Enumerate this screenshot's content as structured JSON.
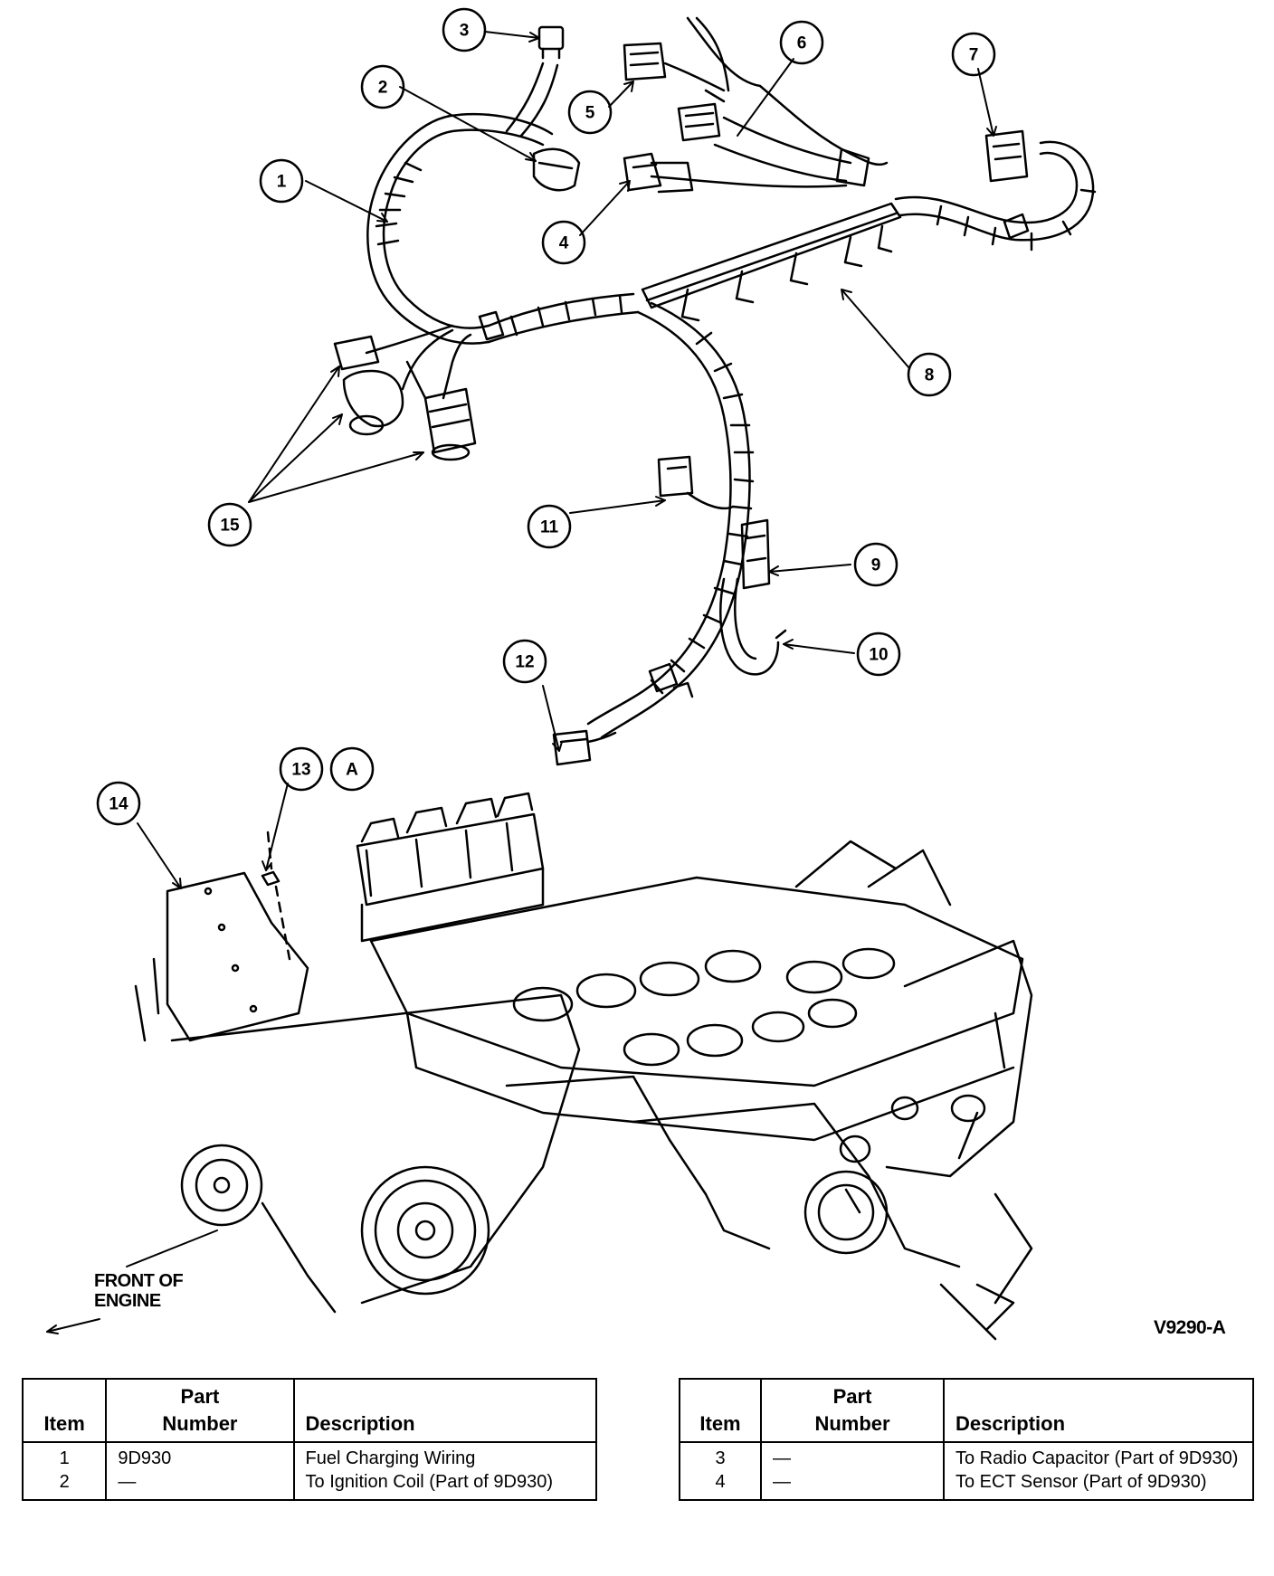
{
  "callouts": [
    "1",
    "2",
    "3",
    "4",
    "5",
    "6",
    "7",
    "8",
    "9",
    "10",
    "11",
    "12",
    "13",
    "A",
    "14",
    "15"
  ],
  "front_label": [
    "FRONT OF",
    "ENGINE"
  ],
  "figure_code": "V9290-A",
  "table_headers": {
    "item": "Item",
    "part_number": [
      "Part",
      "Number"
    ],
    "description": "Description"
  },
  "table_left": [
    {
      "item": "1",
      "part": "9D930",
      "desc": "Fuel Charging Wiring"
    },
    {
      "item": "2",
      "part": "—",
      "desc": "To Ignition Coil (Part of 9D930)"
    }
  ],
  "table_right": [
    {
      "item": "3",
      "part": "—",
      "desc": "To Radio Capacitor (Part of 9D930)"
    },
    {
      "item": "4",
      "part": "—",
      "desc": "To ECT Sensor (Part of 9D930)"
    }
  ],
  "colors": {
    "ink": "#000000",
    "paper": "#ffffff"
  }
}
